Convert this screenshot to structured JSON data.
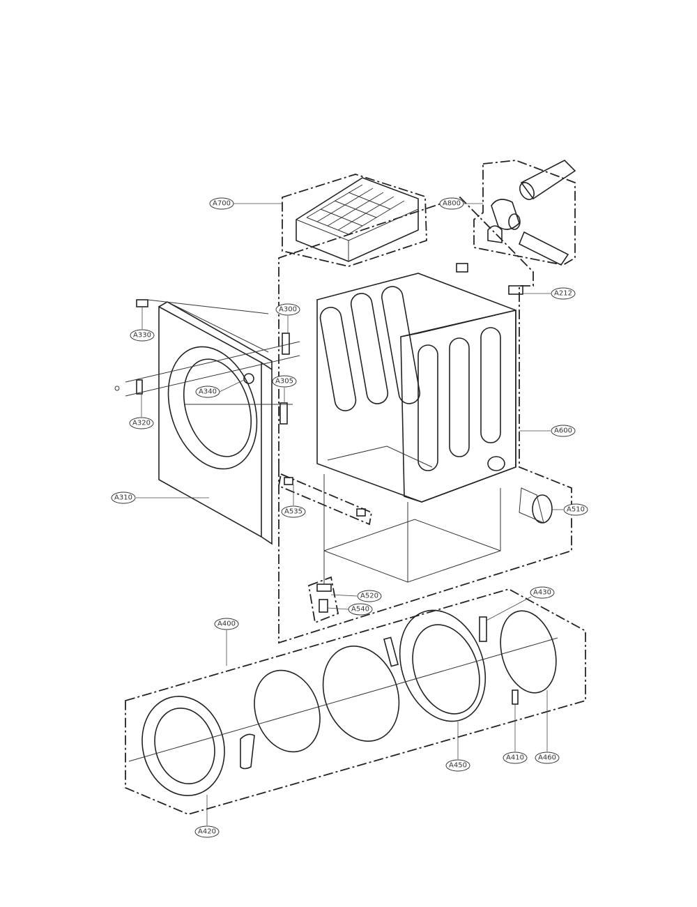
{
  "diagram": {
    "type": "exploded-parts-diagram",
    "labels": {
      "a700": "A700",
      "a800": "A800",
      "a212": "A212",
      "a330": "A330",
      "a300": "A300",
      "a340": "A340",
      "a305": "A305",
      "a320": "A320",
      "a310": "A310",
      "a600": "A600",
      "a535": "A535",
      "a510": "A510",
      "a520": "A520",
      "a540": "A540",
      "a430": "A430",
      "a400": "A400",
      "a450": "A450",
      "a410": "A410",
      "a460": "A460",
      "a420": "A420"
    }
  }
}
